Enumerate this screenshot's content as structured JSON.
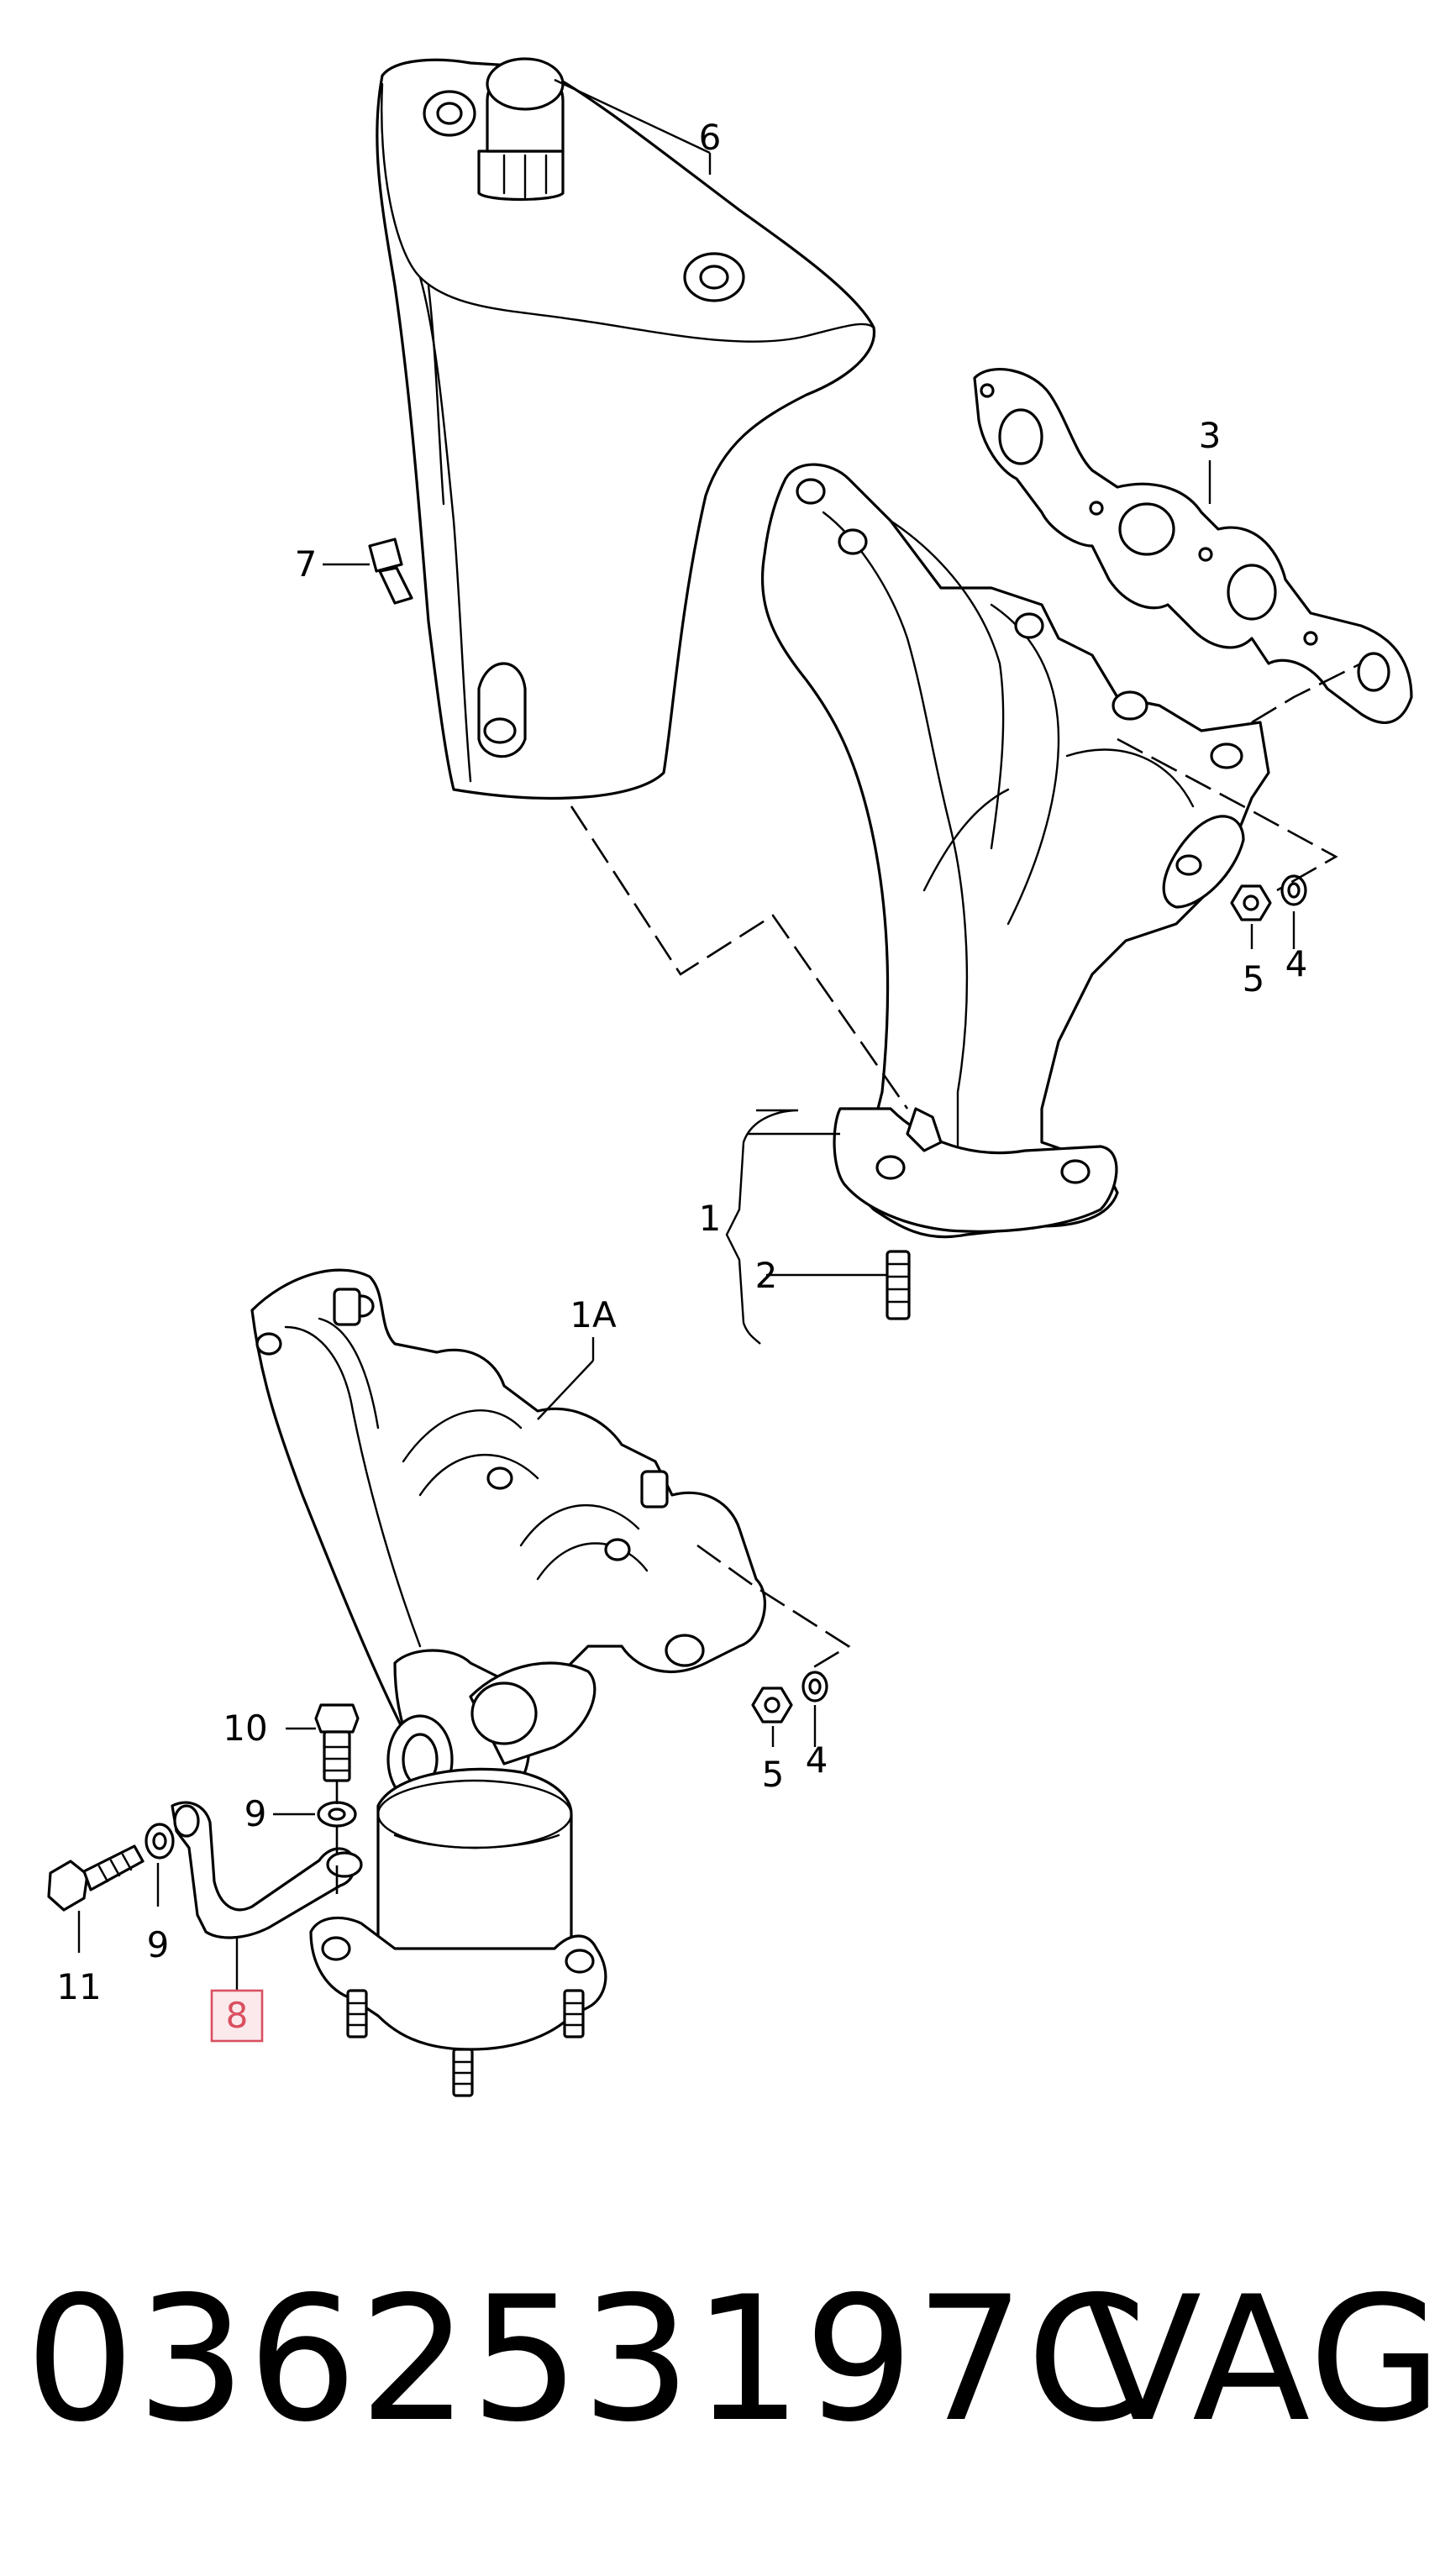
{
  "callouts": {
    "c1": "1",
    "c1a": "1A",
    "c2": "2",
    "c3": "3",
    "c4_top": "4",
    "c5_top": "5",
    "c4_bottom": "4",
    "c5_bottom": "5",
    "c6": "6",
    "c7": "7",
    "c8": "8",
    "c9_left": "9",
    "c9_right": "9",
    "c10": "10",
    "c11": "11"
  },
  "highlighted_callout": "8",
  "highlight_color": "#d9505f",
  "part_number": "036253197C",
  "brand": "VAG"
}
